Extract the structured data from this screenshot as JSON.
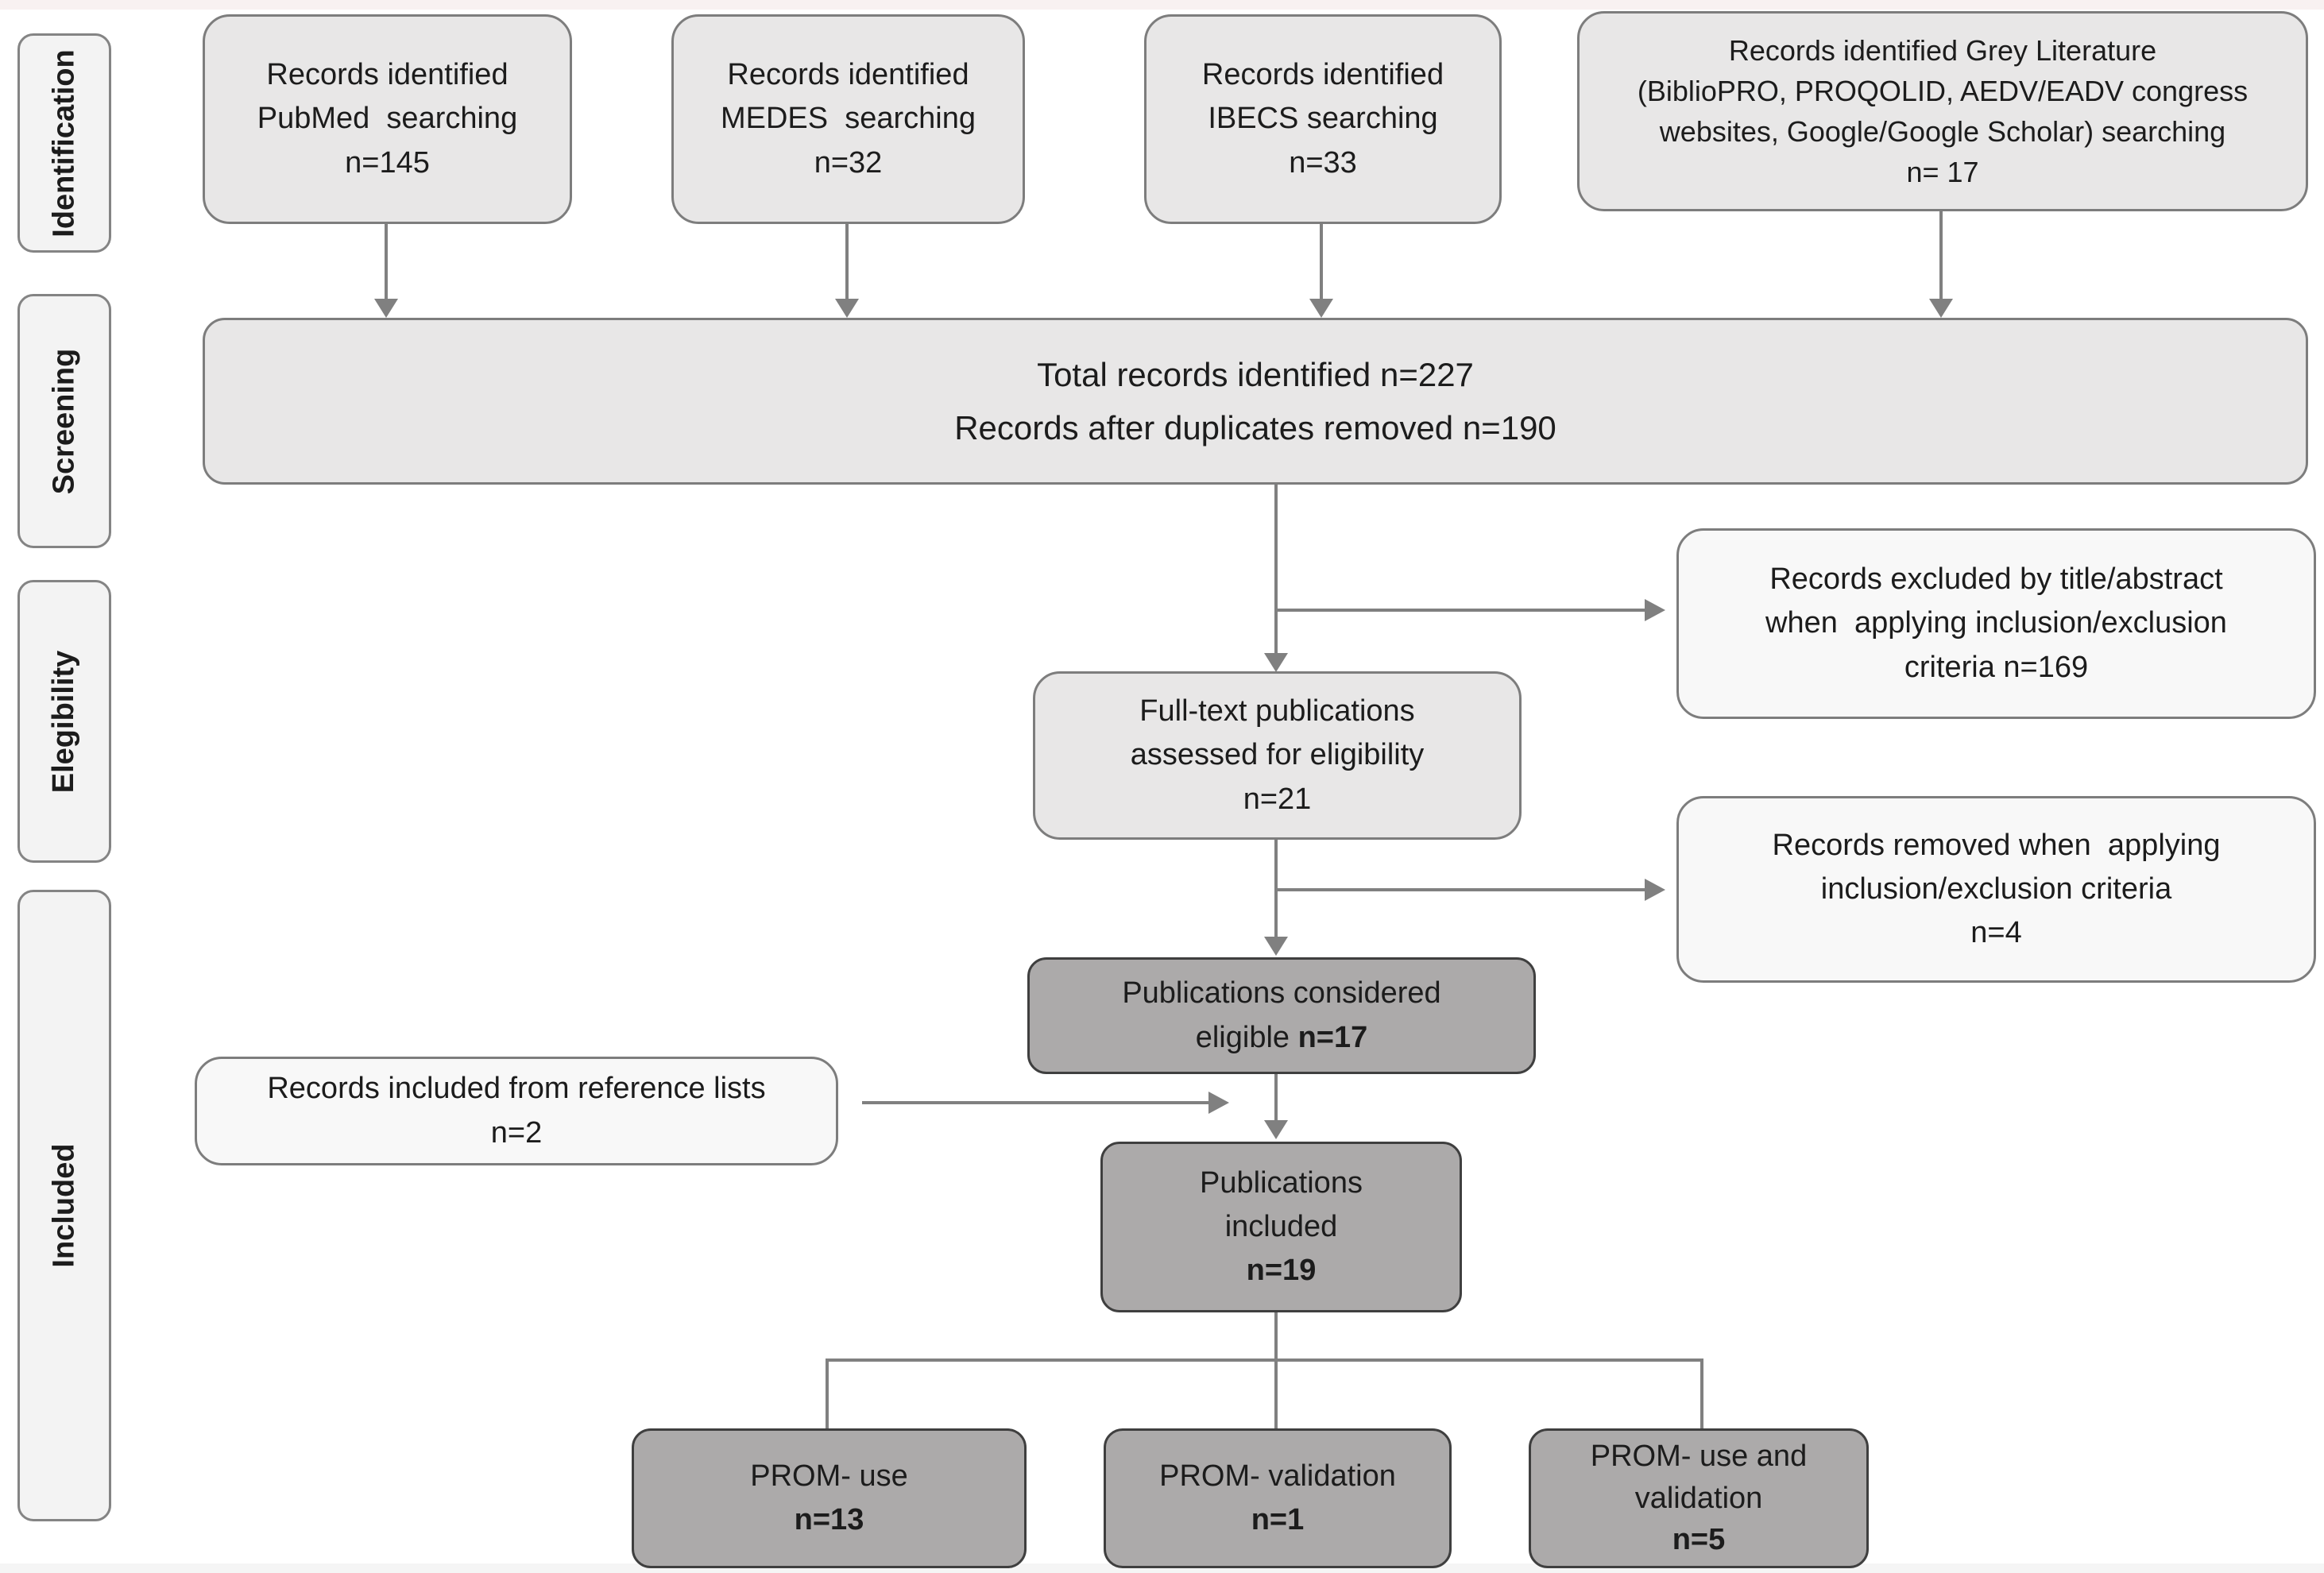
{
  "sidebar": {
    "identification": "Identification",
    "screening": "Screening",
    "eligibility": "Elegibility",
    "included": "Included"
  },
  "boxes": {
    "pubmed": {
      "line1": "Records identified",
      "line2": "PubMed  searching",
      "n": "n=145"
    },
    "medes": {
      "line1": "Records identified",
      "line2": "MEDES  searching",
      "n": "n=32"
    },
    "ibecs": {
      "line1": "Records identified",
      "line2": "IBECS searching",
      "n": "n=33"
    },
    "grey": {
      "line1": "Records identified Grey Literature",
      "line2": "(BiblioPRO, PROQOLID, AEDV/EADV congress",
      "line3": "websites, Google/Google Scholar) searching",
      "n": "n= 17"
    },
    "total": {
      "line1": "Total records identified n=227",
      "line2": "Records after duplicates removed n=190"
    },
    "excluded": {
      "line1": "Records excluded by title/abstract",
      "line2": "when  applying inclusion/exclusion",
      "line3": "criteria n=169"
    },
    "fulltext": {
      "line1": "Full-text publications",
      "line2": "assessed for eligibility",
      "n": "n=21"
    },
    "removed": {
      "line1": "Records removed when  applying",
      "line2": "inclusion/exclusion criteria",
      "n": "n=4"
    },
    "eligible": {
      "line1": "Publications considered",
      "line2": "eligible",
      "n": "n=17"
    },
    "reflists": {
      "line1": "Records included from reference lists",
      "n": "n=2"
    },
    "included": {
      "line1": "Publications",
      "line2": "included",
      "n": "n=19"
    },
    "prom_use": {
      "line1": "PROM- use",
      "n": "n=13"
    },
    "prom_validation": {
      "line1": "PROM- validation",
      "n": "n=1"
    },
    "prom_use_validation": {
      "line1": "PROM- use and",
      "line2": "validation",
      "n": "n=5"
    }
  },
  "colors": {
    "bg": "#ffffff",
    "box-light": "#e8e7e7",
    "box-lighter": "#f8f8f8",
    "box-dark": "#acaaaa",
    "border-gray": "#7d7d7d",
    "border-dark": "#3f3f3f",
    "line": "#808080",
    "text": "#1c1c1c",
    "sidebar-fill": "#f3f3f3"
  }
}
